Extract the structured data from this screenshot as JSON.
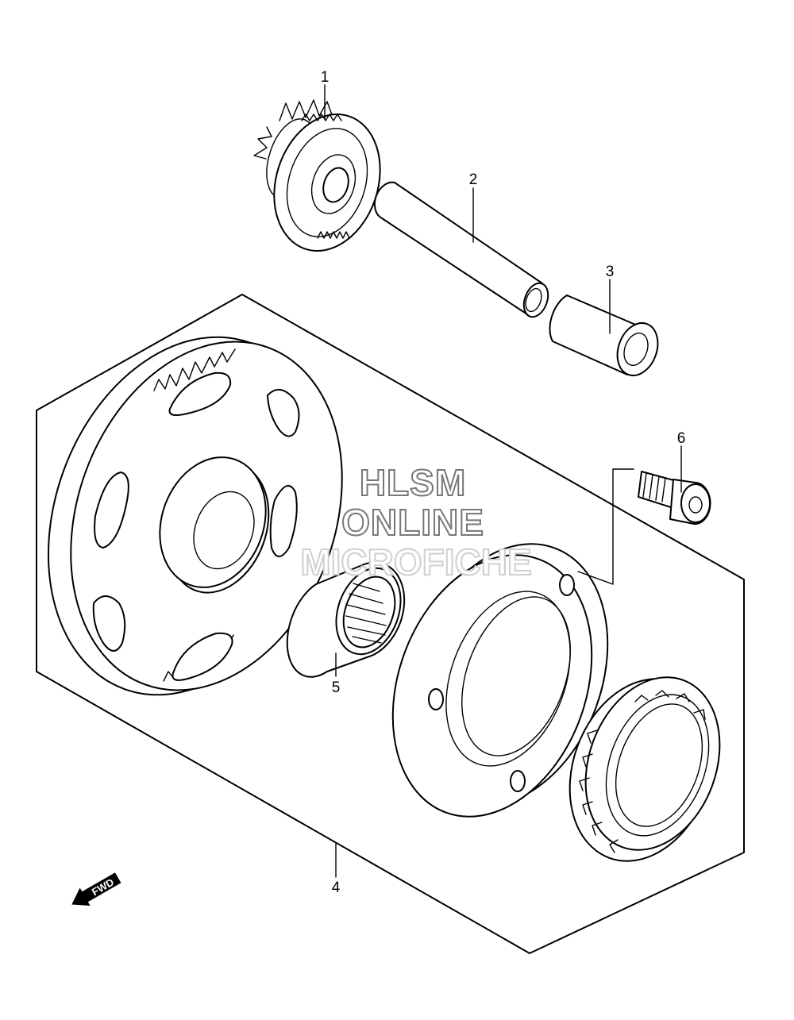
{
  "callouts": {
    "p1": "1",
    "p2": "2",
    "p3": "3",
    "p4": "4",
    "p5": "5",
    "p6": "6"
  },
  "watermark": {
    "line1": "HLSM",
    "line2": "ONLINE",
    "line3": "MICROFICHE"
  },
  "direction_label": "FWD",
  "parts": [
    {
      "ref": "1",
      "icon": "idler-gear-icon"
    },
    {
      "ref": "2",
      "icon": "shaft-icon"
    },
    {
      "ref": "3",
      "icon": "sleeve-icon"
    },
    {
      "ref": "4",
      "icon": "starter-clutch-assembly-icon"
    },
    {
      "ref": "5",
      "icon": "needle-bearing-icon"
    },
    {
      "ref": "6",
      "icon": "socket-bolt-icon"
    }
  ]
}
